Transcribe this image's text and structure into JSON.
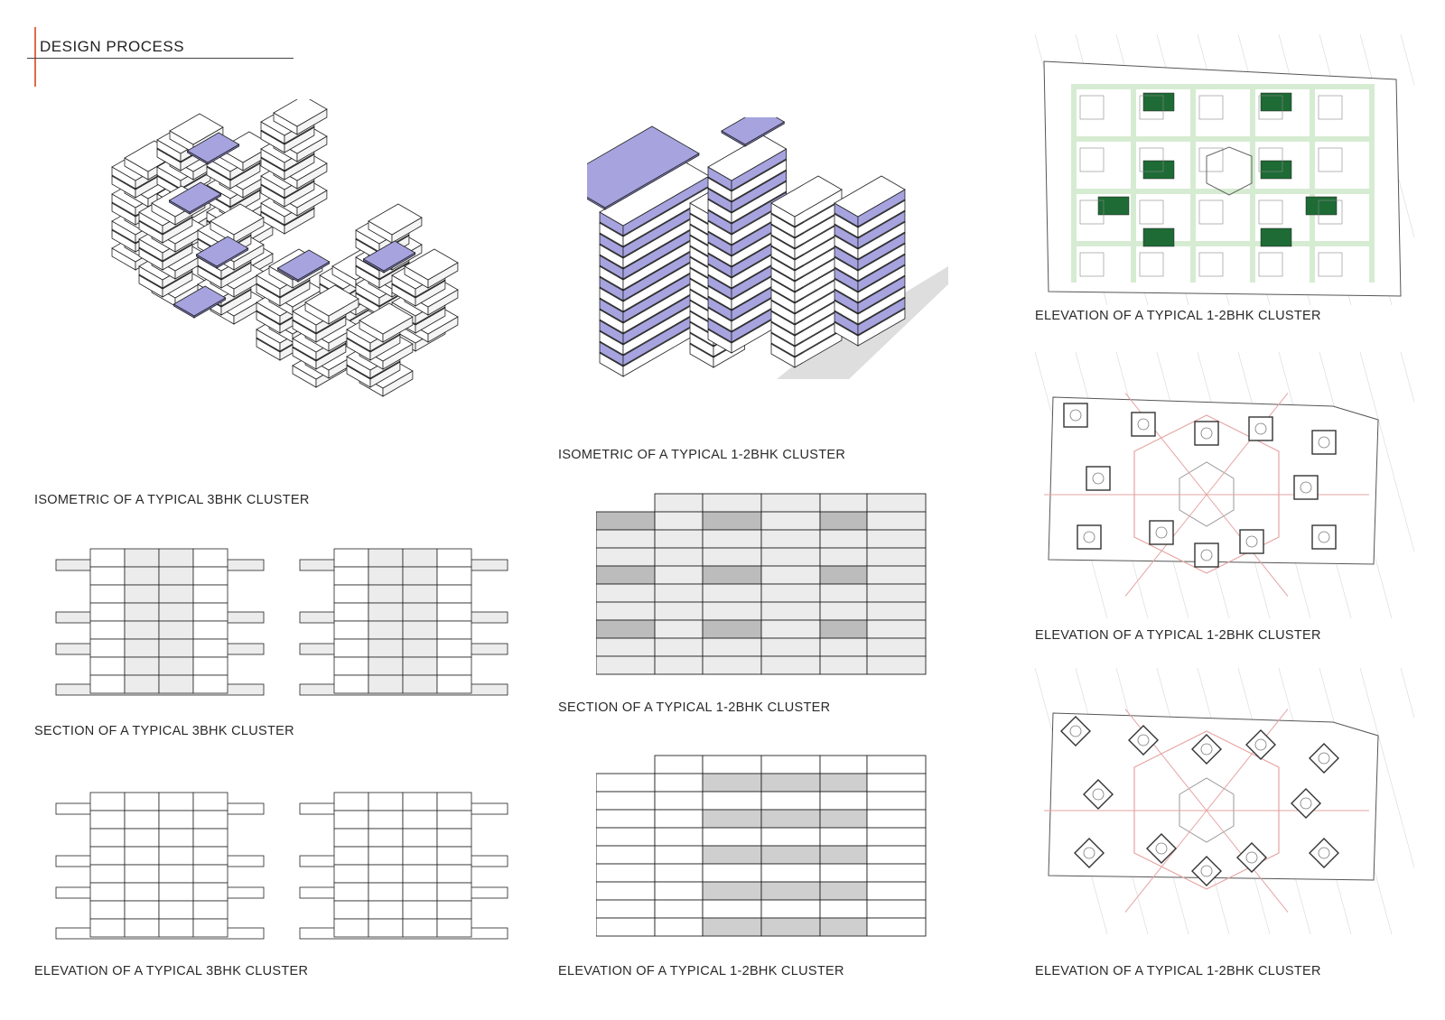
{
  "header": {
    "title": "DESIGN PROCESS"
  },
  "captions": {
    "iso_3bhk": "ISOMETRIC OF A TYPICAL 3BHK CLUSTER",
    "iso_12bhk": "ISOMETRIC OF A TYPICAL 1-2BHK CLUSTER",
    "plan_1": "ELEVATION OF A TYPICAL 1-2BHK CLUSTER",
    "plan_2": "ELEVATION OF A TYPICAL 1-2BHK CLUSTER",
    "plan_3": "ELEVATION OF A TYPICAL 1-2BHK CLUSTER",
    "section_3bhk": "SECTION OF A TYPICAL 3BHK CLUSTER",
    "section_12bhk": "SECTION OF A TYPICAL 1-2BHK CLUSTER",
    "elev_3bhk": "ELEVATION OF A TYPICAL 3BHK CLUSTER",
    "elev_12bhk": "ELEVATION OF A TYPICAL 1-2BHK CLUSTER"
  },
  "colors": {
    "accent_line": "#e06a4a",
    "lavender": "#a6a3df",
    "lavender_dark": "#8b88cc",
    "dark_green": "#1e6b35",
    "light_green": "#d6ecd2",
    "road_pink": "#e6a3a3",
    "section_fill": "#ececec",
    "shadow": "#c8c8c8"
  }
}
